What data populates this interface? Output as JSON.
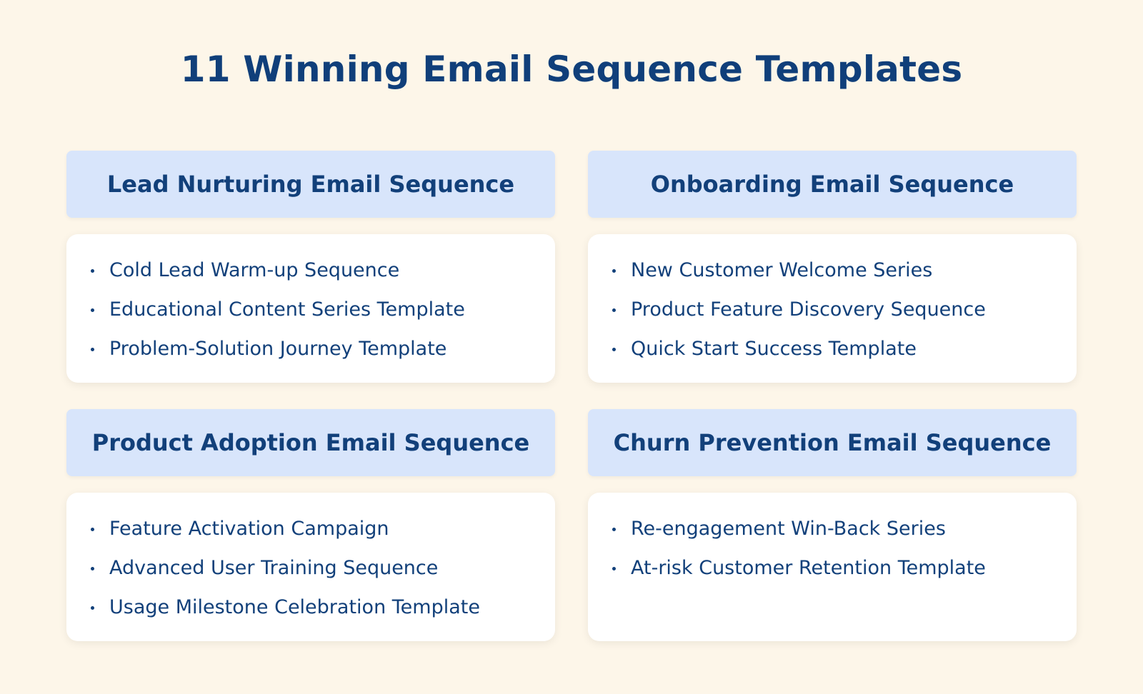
{
  "title": "11 Winning Email Sequence Templates",
  "colors": {
    "background": "#fdf6e9",
    "header_bg": "#d8e5fb",
    "card_bg": "#ffffff",
    "text": "#12407a"
  },
  "sections": [
    {
      "heading": "Lead Nurturing Email Sequence",
      "items": [
        "Cold Lead Warm-up Sequence",
        "Educational Content Series Template",
        "Problem-Solution Journey Template"
      ]
    },
    {
      "heading": "Onboarding Email Sequence",
      "items": [
        "New Customer Welcome Series",
        "Product Feature Discovery Sequence",
        "Quick Start Success Template"
      ]
    },
    {
      "heading": "Product Adoption Email Sequence",
      "items": [
        "Feature Activation Campaign",
        "Advanced User Training Sequence",
        "Usage Milestone Celebration Template"
      ]
    },
    {
      "heading": "Churn Prevention Email Sequence",
      "items": [
        "Re-engagement Win-Back Series",
        "At-risk Customer Retention Template"
      ]
    }
  ]
}
